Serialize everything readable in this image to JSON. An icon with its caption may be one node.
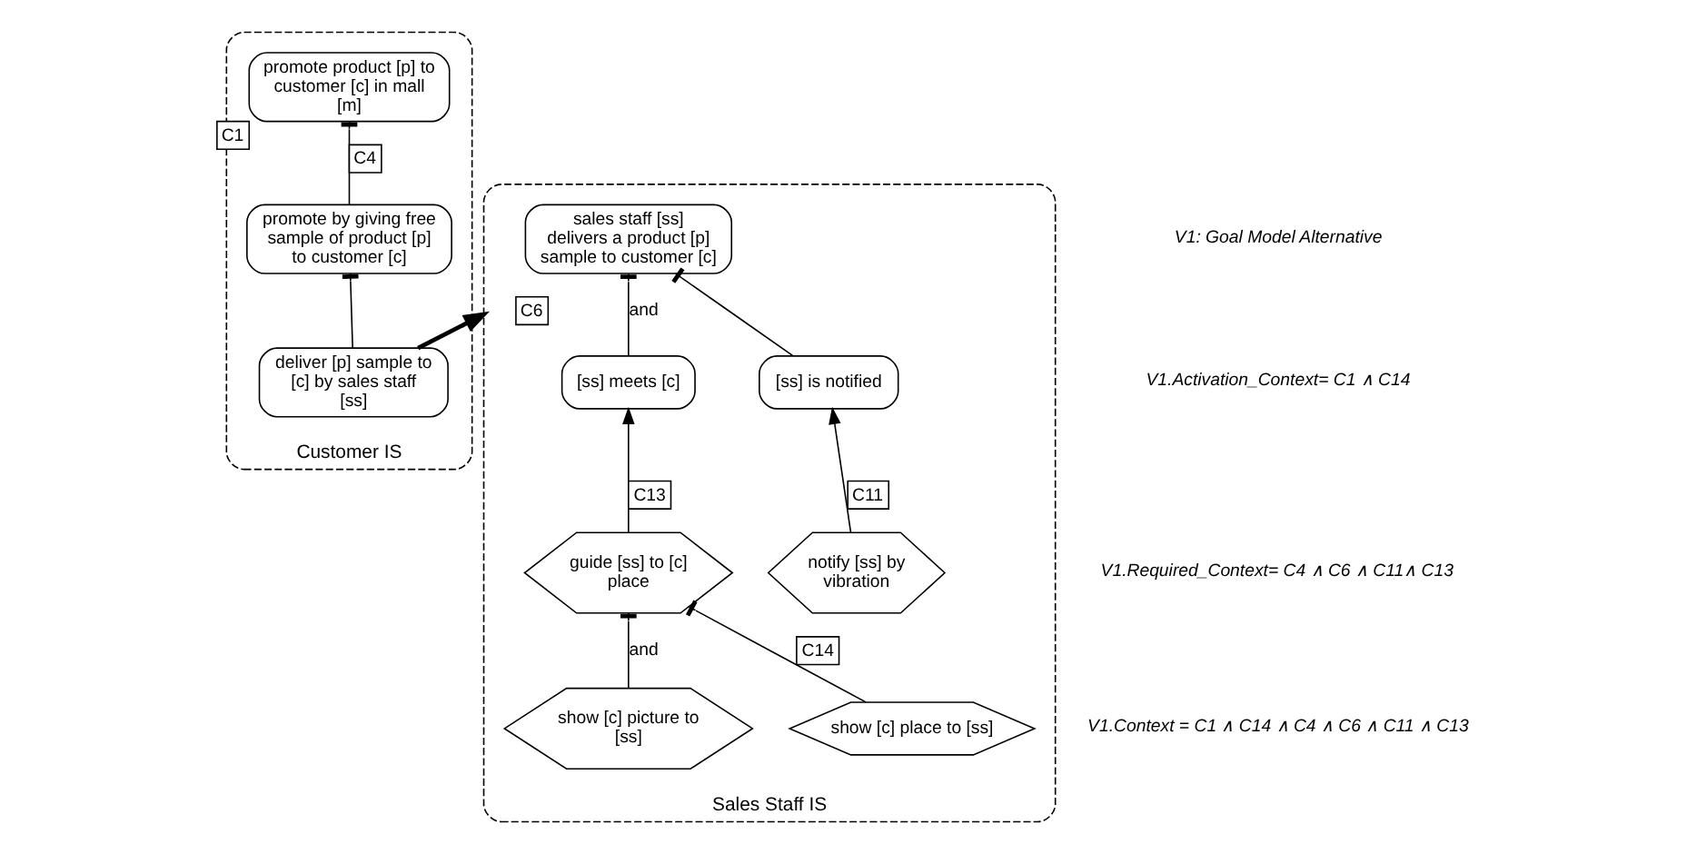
{
  "diagram": {
    "nodes": [
      {
        "text": [
          "Customer IS"
        ]
      },
      {
        "text": [
          "promote product [p] to customer [c] in mall [m]"
        ],
        "in": 0,
        "beside": [
          "C1"
        ]
      },
      {
        "text": [
          "promote by giving free sample of product [p] to customer [c]"
        ],
        "in": 0
      },
      {
        "text": [
          "deliver [p] sample to [c] by sales staff [ss]"
        ],
        "in": 0
      },
      {
        "text": [
          "Sales Staff IS"
        ]
      },
      {
        "text": [
          "sales staff [ss] delivers a product [p] sample to customer [c]"
        ],
        "in": 4
      },
      {
        "text": [
          "[ss] is notified"
        ],
        "in": 4
      },
      {
        "text": [
          "[ss] meets [c]"
        ],
        "in": 4
      },
      {
        "text": [
          "notify [ss] by vibration"
        ],
        "in": 4
      },
      {
        "text": [
          "guide [ss] to [c] place"
        ],
        "in": 4
      },
      {
        "text": [
          "show [c] place to [ss]"
        ],
        "in": 4
      },
      {
        "text": [
          "show [c] picture to [ss]"
        ],
        "in": 4
      }
    ],
    "edges": [
      {
        "from": 2,
        "to": 1,
        "arrow": "other",
        "label": "C4"
      },
      {
        "from": 3,
        "to": 2,
        "arrow": "other"
      },
      {
        "from": 3,
        "to": 4,
        "arrow": "to",
        "label": "C6",
        "style": "thick"
      },
      {
        "from": 6,
        "to": 5,
        "arrow": "other"
      },
      {
        "from": 7,
        "to": 5,
        "arrow": "other",
        "label": "and"
      },
      {
        "from": 8,
        "to": 6,
        "arrow": "to",
        "label": "C11"
      },
      {
        "from": 9,
        "to": 7,
        "arrow": "to",
        "label": "C13"
      },
      {
        "from": 10,
        "to": 9,
        "arrow": "other",
        "label": "C14"
      },
      {
        "from": 11,
        "to": 9,
        "arrow": "other",
        "label": "and"
      }
    ],
    "labels": [
      "V1: Goal Model Alternative",
      "V1.Activation_Context= C1 ∧ C14",
      "V1.Required_Context= C4 ∧ C6 ∧ C11∧ C13",
      "V1.Context = C1 ∧ C14 ∧ C4 ∧ C6 ∧ C11 ∧ C13"
    ]
  }
}
